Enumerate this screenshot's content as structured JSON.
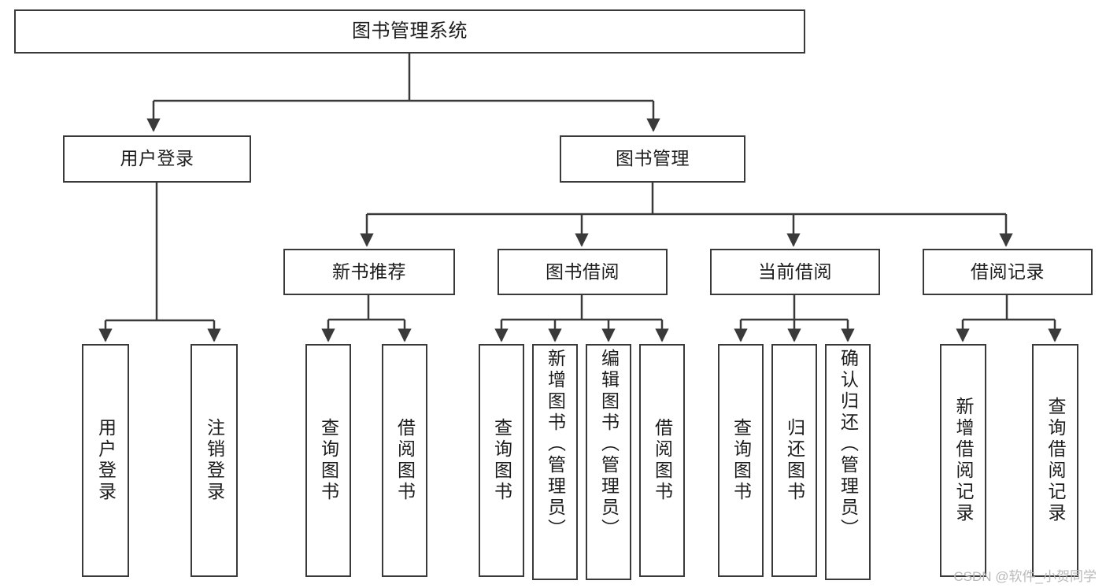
{
  "diagram": {
    "type": "tree-hierarchy",
    "title": "图书管理系统",
    "watermark": "CSDN @软件_小贺同学",
    "colors": {
      "stroke": "#3a3a3a",
      "fill": "#ffffff",
      "text": "#1d1d1d",
      "watermark": "#b9b9b9"
    },
    "nodes": {
      "root": {
        "label": "图书管理系统"
      },
      "level1": [
        {
          "id": "user-login",
          "label": "用户登录"
        },
        {
          "id": "book-manage",
          "label": "图书管理"
        }
      ],
      "level2": [
        {
          "id": "new-book-recommend",
          "label": "新书推荐"
        },
        {
          "id": "book-borrow",
          "label": "图书借阅"
        },
        {
          "id": "current-borrow",
          "label": "当前借阅"
        },
        {
          "id": "borrow-record",
          "label": "借阅记录"
        }
      ],
      "leaves": {
        "user-login": [
          {
            "id": "leaf-user-login",
            "label": "用户登录"
          },
          {
            "id": "leaf-logout",
            "label": "注销登录"
          }
        ],
        "new-book-recommend": [
          {
            "id": "leaf-query-book-1",
            "label": "查询图书"
          },
          {
            "id": "leaf-borrow-book-1",
            "label": "借阅图书"
          }
        ],
        "book-borrow": [
          {
            "id": "leaf-query-book-2",
            "label": "查询图书"
          },
          {
            "id": "leaf-add-book",
            "label": "新增图书（管理员）"
          },
          {
            "id": "leaf-edit-book",
            "label": "编辑图书（管理员）"
          },
          {
            "id": "leaf-borrow-book-2",
            "label": "借阅图书"
          }
        ],
        "current-borrow": [
          {
            "id": "leaf-query-book-3",
            "label": "查询图书"
          },
          {
            "id": "leaf-return-book",
            "label": "归还图书"
          },
          {
            "id": "leaf-confirm-return",
            "label": "确认归还（管理员）"
          }
        ],
        "borrow-record": [
          {
            "id": "leaf-add-record",
            "label": "新增借阅记录"
          },
          {
            "id": "leaf-query-record",
            "label": "查询借阅记录"
          }
        ]
      }
    }
  }
}
